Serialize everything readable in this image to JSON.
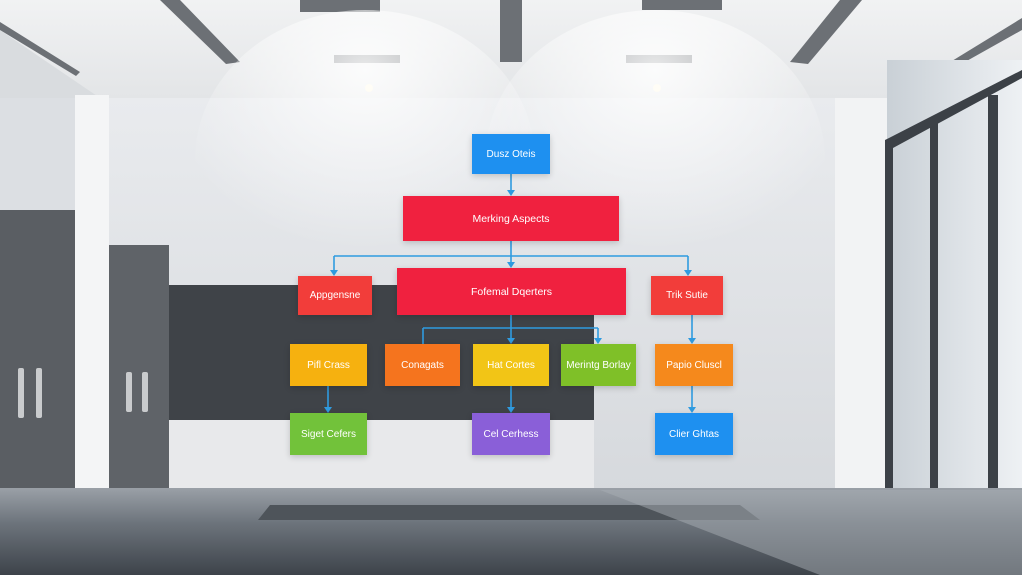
{
  "diagram": {
    "nodes": [
      {
        "id": "n_top",
        "label": "Dusz Oteis",
        "color": "#1e90f0"
      },
      {
        "id": "n_mark",
        "label": "Merking Aspects",
        "color": "#f0213f"
      },
      {
        "id": "n_approc",
        "label": "Appgensne",
        "color": "#f23d3a"
      },
      {
        "id": "n_fofamal",
        "label": "Fofemal Dqerters",
        "color": "#f0213f"
      },
      {
        "id": "n_trik",
        "label": "Trik Sutie",
        "color": "#f23d3a"
      },
      {
        "id": "n_pifcrass",
        "label": "Pifl Crass",
        "color": "#f6b10f"
      },
      {
        "id": "n_conagats",
        "label": "Conagats",
        "color": "#f5741e"
      },
      {
        "id": "n_hatcortes",
        "label": "Hat Cortes",
        "color": "#f2c516"
      },
      {
        "id": "n_merintg",
        "label": "Merintg Borlay",
        "color": "#7fc028"
      },
      {
        "id": "n_papio",
        "label": "Papio Cluscl",
        "color": "#f5891c"
      },
      {
        "id": "n_siget",
        "label": "Siget Cefers",
        "color": "#72c23a"
      },
      {
        "id": "n_cel",
        "label": "Cel Cerhess",
        "color": "#8a5fd8"
      },
      {
        "id": "n_clier",
        "label": "Clier Ghtas",
        "color": "#1e90f0"
      }
    ],
    "edge_color": "#2f9be0"
  }
}
